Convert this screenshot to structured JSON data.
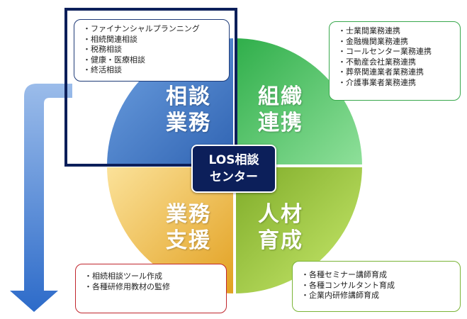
{
  "center": {
    "line1": "LOS相談",
    "line2": "センター"
  },
  "quadrants": {
    "consult": {
      "line1": "相談",
      "line2": "業務",
      "color": "#3b78c9"
    },
    "org": {
      "line1": "組織",
      "line2": "連携",
      "color": "#4fc86b"
    },
    "support": {
      "line1": "業務",
      "line2": "支援",
      "color": "#f0b64a"
    },
    "hr": {
      "line1": "人材",
      "line2": "育成",
      "color": "#96c23c"
    }
  },
  "notes": {
    "consult": {
      "border_color": "#1f3b78",
      "items": [
        "ファイナンシャルプランニング",
        "相続関連相談",
        "税務相談",
        "健康・医療相談",
        "終活相談"
      ]
    },
    "org": {
      "border_color": "#38a84c",
      "items": [
        "士業間業務連携",
        "金融機関業務連携",
        "コールセンター業務連携",
        "不動産会社業務連携",
        "葬祭関連業者業務連携",
        "介護事業者業務連携"
      ]
    },
    "support": {
      "border_color": "#c0262d",
      "items": [
        "相続相談ツール作成",
        "各種研修用教材の監修"
      ]
    },
    "hr": {
      "border_color": "#7ab436",
      "items": [
        "各種セミナー講師育成",
        "各種コンサルタント育成",
        "企業内研修講師育成"
      ]
    }
  },
  "highlight": {
    "frame_color": "#0c1f5a",
    "arrow_color": "#3f7fd3"
  }
}
